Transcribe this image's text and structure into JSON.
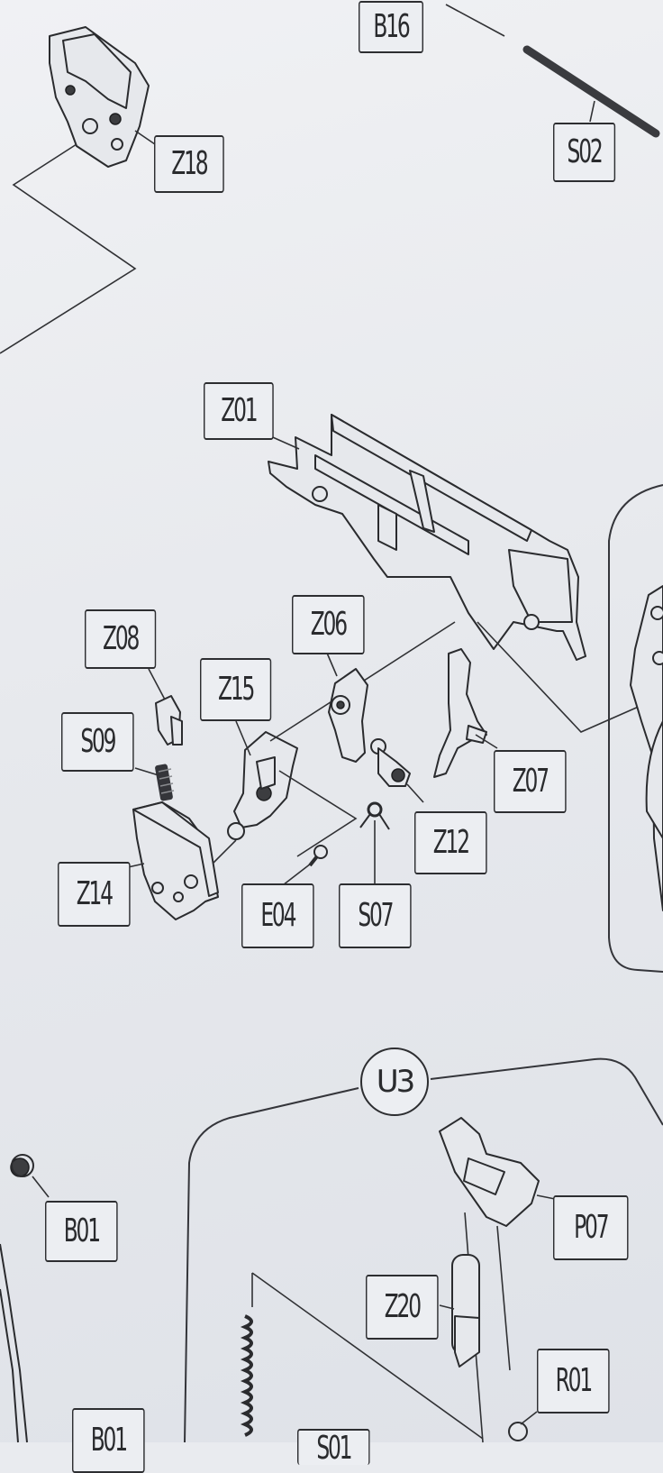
{
  "diagram": {
    "labels": {
      "b16": "B16",
      "s02": "S02",
      "z18": "Z18",
      "z01": "Z01",
      "z08": "Z08",
      "z06": "Z06",
      "z15": "Z15",
      "s09": "S09",
      "z07": "Z07",
      "z12": "Z12",
      "z14": "Z14",
      "e04": "E04",
      "s07": "S07",
      "u3": "U3",
      "b01": "B01",
      "p07": "P07",
      "z20": "Z20",
      "r01": "R01",
      "b01_bottom": "B01",
      "s01_partial": "S01"
    }
  }
}
